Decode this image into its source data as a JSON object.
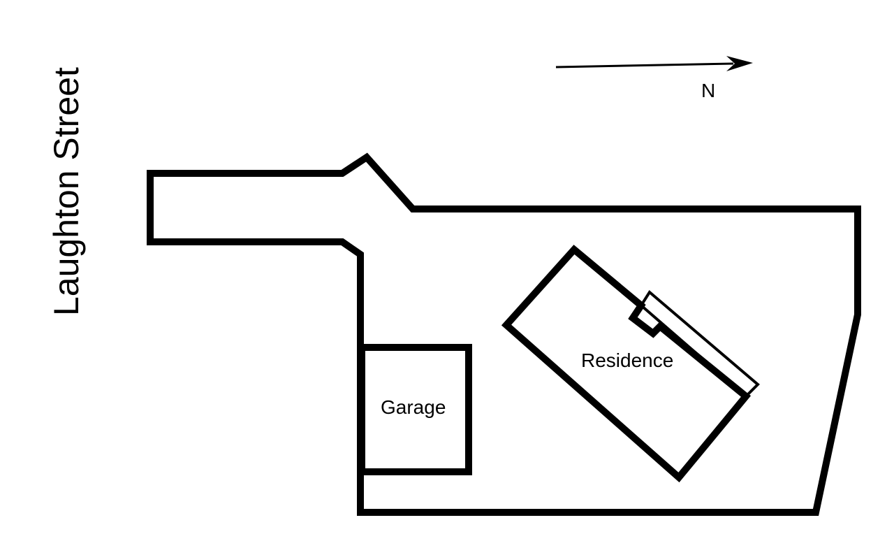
{
  "diagram": {
    "street_label": "Laughton Street",
    "north_label": "N",
    "garage_label": "Garage",
    "residence_label": "Residence"
  },
  "colors": {
    "line": "#000000",
    "background": "#ffffff"
  }
}
